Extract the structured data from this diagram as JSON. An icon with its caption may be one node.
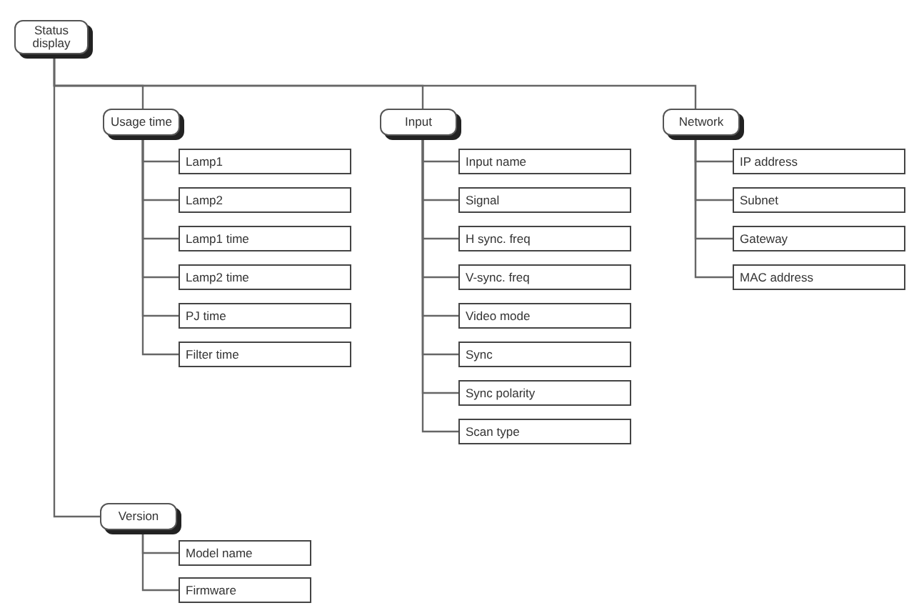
{
  "diagram": {
    "nodes": [
      {
        "text": [
          "Status display"
        ]
      },
      {
        "text": [
          "Usage time"
        ]
      },
      {
        "text": [
          "Lamp1"
        ]
      },
      {
        "text": [
          "Lamp2"
        ]
      },
      {
        "text": [
          "Lamp1 time"
        ]
      },
      {
        "text": [
          "Lamp2 time"
        ]
      },
      {
        "text": [
          "PJ time"
        ]
      },
      {
        "text": [
          "Filter time"
        ]
      },
      {
        "text": [
          "Input"
        ]
      },
      {
        "text": [
          "Input name"
        ]
      },
      {
        "text": [
          "Signal"
        ]
      },
      {
        "text": [
          "H sync. freq"
        ]
      },
      {
        "text": [
          "V-sync. freq"
        ]
      },
      {
        "text": [
          "Video mode"
        ]
      },
      {
        "text": [
          "Sync"
        ]
      },
      {
        "text": [
          "Sync polarity"
        ]
      },
      {
        "text": [
          "Scan type"
        ]
      },
      {
        "text": [
          "Network"
        ]
      },
      {
        "text": [
          "IP address"
        ]
      },
      {
        "text": [
          "Subnet"
        ]
      },
      {
        "text": [
          "Gateway"
        ]
      },
      {
        "text": [
          "MAC address"
        ]
      },
      {
        "text": [
          "Version"
        ]
      },
      {
        "text": [
          "Model name"
        ]
      },
      {
        "text": [
          "Firmware"
        ]
      }
    ],
    "edges": [
      {
        "from": 0,
        "to": 1,
        "arrow": "none"
      },
      {
        "from": 1,
        "to": 2,
        "arrow": "none"
      },
      {
        "from": 1,
        "to": 3,
        "arrow": "none"
      },
      {
        "from": 1,
        "to": 4,
        "arrow": "none"
      },
      {
        "from": 1,
        "to": 5,
        "arrow": "none"
      },
      {
        "from": 1,
        "to": 6,
        "arrow": "none"
      },
      {
        "from": 1,
        "to": 7,
        "arrow": "none"
      },
      {
        "from": 0,
        "to": 8,
        "arrow": "none"
      },
      {
        "from": 8,
        "to": 9,
        "arrow": "none"
      },
      {
        "from": 8,
        "to": 10,
        "arrow": "none"
      },
      {
        "from": 8,
        "to": 11,
        "arrow": "none"
      },
      {
        "from": 8,
        "to": 12,
        "arrow": "none"
      },
      {
        "from": 8,
        "to": 13,
        "arrow": "none"
      },
      {
        "from": 8,
        "to": 14,
        "arrow": "none"
      },
      {
        "from": 8,
        "to": 15,
        "arrow": "none"
      },
      {
        "from": 8,
        "to": 16,
        "arrow": "none"
      },
      {
        "from": 0,
        "to": 17,
        "arrow": "none"
      },
      {
        "from": 17,
        "to": 18,
        "arrow": "none"
      },
      {
        "from": 17,
        "to": 19,
        "arrow": "none"
      },
      {
        "from": 17,
        "to": 20,
        "arrow": "none"
      },
      {
        "from": 17,
        "to": 21,
        "arrow": "none"
      },
      {
        "from": 0,
        "to": 22,
        "arrow": "none"
      },
      {
        "from": 22,
        "to": 23,
        "arrow": "none"
      },
      {
        "from": 22,
        "to": 24,
        "arrow": "none"
      }
    ]
  }
}
